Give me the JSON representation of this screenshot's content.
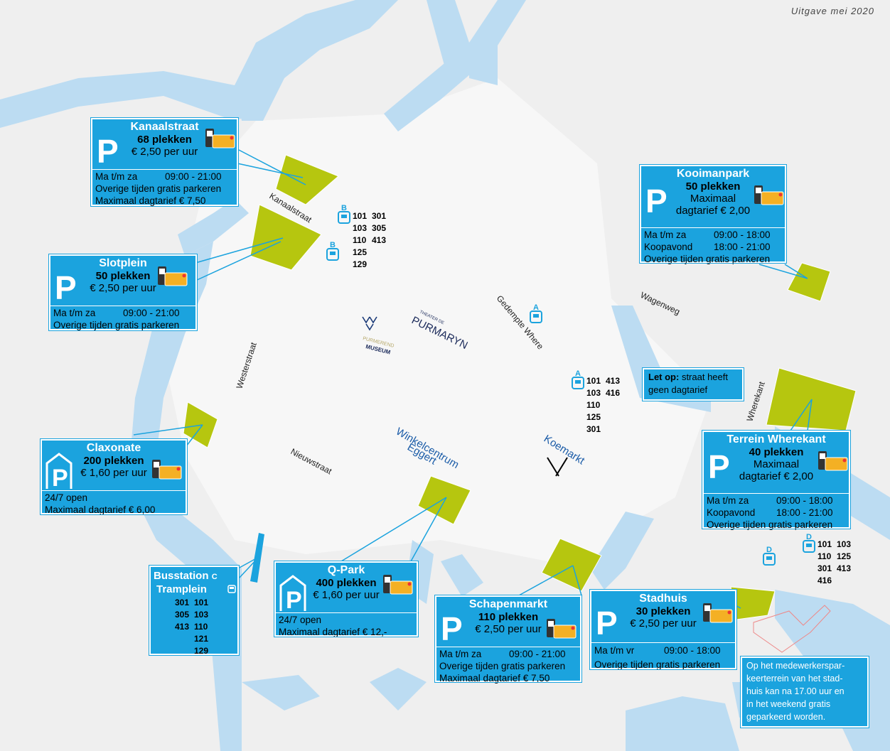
{
  "edition": "Uitgave mei 2020",
  "colors": {
    "water": "#bcdcf2",
    "land": "#efefef",
    "parking": "#b6c60f",
    "box": "#1ba3de",
    "link": "#1ba3de"
  },
  "streets": {
    "kanaalstraat": "Kanaalstraat",
    "westerstraat": "Westerstraat",
    "nieuwstraat": "Nieuwstraat",
    "gedempte_where": "Gedempte Where",
    "wagenweg": "Wagenweg",
    "wherekant": "Wherekant"
  },
  "places": {
    "winkelcentrum": [
      "Winkelcentrum",
      "Eggert"
    ],
    "koemarkt": "Koemarkt",
    "theater_small": "THEATER DE",
    "theater": "PURMARYN",
    "museum_small": "PURMEREND",
    "museum": "MUSEUM"
  },
  "parkings": {
    "kanaalstraat": {
      "title": "Kanaalstraat",
      "spots": "68 plekken",
      "price": "€ 2,50 per uur",
      "info": [
        [
          "Ma t/m za",
          "09:00 - 21:00"
        ],
        [
          "Overige tijden gratis parkeren",
          ""
        ],
        [
          "Maximaal dagtarief € 7,50",
          ""
        ]
      ]
    },
    "slotplein": {
      "title": "Slotplein",
      "spots": "50 plekken",
      "price": "€ 2,50 per uur",
      "info": [
        [
          "Ma t/m za",
          "09:00 - 21:00"
        ],
        [
          "Overige tijden gratis parkeren",
          ""
        ]
      ]
    },
    "claxonate": {
      "title": "Claxonate",
      "spots": "200 plekken",
      "price": "€ 1,60 per uur",
      "info": [
        [
          "24/7 open",
          ""
        ],
        [
          "Maximaal dagtarief € 6,00",
          ""
        ]
      ]
    },
    "qpark": {
      "title": "Q-Park",
      "spots": "400 plekken",
      "price": "€ 1,60 per uur",
      "info": [
        [
          "24/7 open",
          ""
        ],
        [
          "Maximaal dagtarief € 12,-",
          ""
        ]
      ]
    },
    "schapenmarkt": {
      "title": "Schapenmarkt",
      "spots": "110 plekken",
      "price": "€ 2,50 per uur",
      "info": [
        [
          "Ma t/m za",
          "09:00 - 21:00"
        ],
        [
          "Overige tijden gratis parkeren",
          ""
        ],
        [
          "Maximaal dagtarief € 7,50",
          ""
        ]
      ]
    },
    "stadhuis": {
      "title": "Stadhuis",
      "spots": "30 plekken",
      "price": "€ 2,50 per uur",
      "info": [
        [
          "Ma t/m vr",
          "09:00 - 18:00"
        ],
        [
          "Overige tijden gratis parkeren",
          ""
        ]
      ]
    },
    "kooimanpark": {
      "title": "Kooimanpark",
      "spots": "50 plekken",
      "price": [
        "Maximaal",
        "dagtarief € 2,00"
      ],
      "info": [
        [
          "Ma t/m za",
          "09:00 - 18:00"
        ],
        [
          "Koopavond",
          "18:00 - 21:00"
        ],
        [
          "Overige tijden gratis parkeren",
          ""
        ]
      ]
    },
    "wherekant": {
      "title": "Terrein Wherekant",
      "spots": "40 plekken",
      "price": [
        "Maximaal",
        "dagtarief € 2,00"
      ],
      "info": [
        [
          "Ma t/m za",
          "09:00 - 18:00"
        ],
        [
          "Koopavond",
          "18:00 - 21:00"
        ],
        [
          "Overige tijden gratis parkeren",
          ""
        ]
      ]
    }
  },
  "notes": {
    "wherekant_bold": "Let op:",
    "wherekant_rest": " straat heeft",
    "wherekant_line2": "geen dagtarief",
    "stadhuis": [
      "Op het medewerkerspar-",
      "keerterrein van het stad-",
      "huis kan na 17.00 uur en",
      "in het weekend gratis",
      "geparkeerd worden."
    ]
  },
  "busstation": {
    "title1": "Busstation",
    "letter": "C",
    "title2": "Tramplein",
    "lines": [
      [
        "301",
        "101"
      ],
      [
        "305",
        "103"
      ],
      [
        "413",
        "110"
      ],
      [
        "",
        "121"
      ],
      [
        "",
        "129"
      ]
    ]
  },
  "bus_stops": {
    "B": {
      "letter": "B",
      "lines": [
        [
          "101",
          "301"
        ],
        [
          "103",
          "305"
        ],
        [
          "110",
          "413"
        ],
        [
          "125",
          ""
        ],
        [
          "129",
          ""
        ]
      ]
    },
    "A": {
      "letter": "A",
      "lines": [
        [
          "101",
          "413"
        ],
        [
          "103",
          "416"
        ],
        [
          "110",
          ""
        ],
        [
          "125",
          ""
        ],
        [
          "301",
          ""
        ]
      ]
    },
    "D": {
      "letter": "D",
      "lines": [
        [
          "101",
          "103"
        ],
        [
          "110",
          "125"
        ],
        [
          "301",
          "413"
        ],
        [
          "416",
          ""
        ]
      ]
    }
  }
}
